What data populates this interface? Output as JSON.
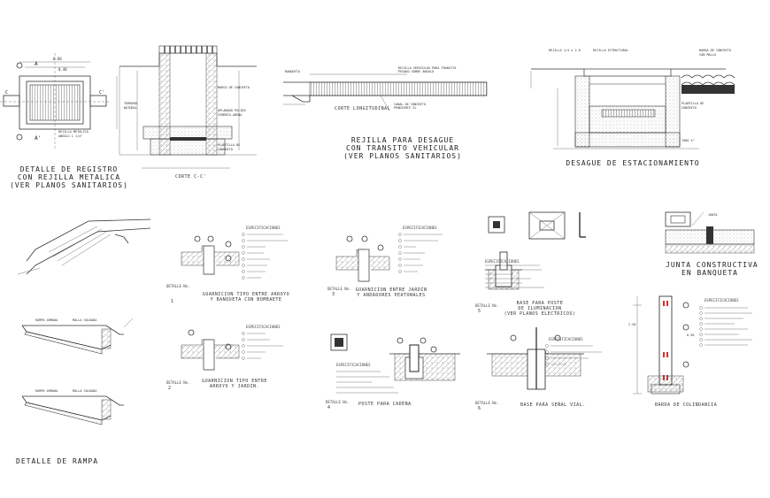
{
  "titles": {
    "registro": [
      "DETALLE DE REGISTRO",
      "CON REJILLA METALICA",
      "(VER PLANOS SANITARIOS)"
    ],
    "corte_cc": "CORTE C-C'",
    "rejilla": [
      "REJILLA PARA DESAGUE",
      "CON TRANSITO VEHICULAR",
      "(VER PLANOS SANITARIOS)"
    ],
    "corte_long": "CORTE LONGITUDINAL",
    "estacionamiento": "DESAGUE DE ESTACIONAMIENTO",
    "junta": [
      "JUNTA CONSTRUCTIVA",
      "EN BANQUETA"
    ],
    "rampa": "DETALLE DE RAMPA",
    "guarnicion1": [
      "GUARNICION TIPO ENTRE ARROYO",
      "Y BANQUETA CON BOMBAETE"
    ],
    "guarnicion2": [
      "GUARNICION TIPO ENTRE",
      "ARROYO Y JARDIN."
    ],
    "guarnicion3": [
      "GUARNICION ENTRE JARDIN",
      "Y ANDADORES PEATONALES"
    ],
    "poste_cadena": "POSTE PARA CADENA",
    "base_poste": [
      "BASE PARA POSTE",
      "DE ILUMINACION",
      "(VER PLANOS ELECTRICOS)"
    ],
    "base_senal": "BASE PARA SEÑAL VIAL.",
    "barda": "BARDA DE COLINDANCIA"
  },
  "detail_numbers": [
    "1",
    "2",
    "3",
    "4",
    "5",
    "6"
  ],
  "spec_heading": "ESPECIFICACIONES",
  "section_marks": {
    "a": "A",
    "a_prime": "A'",
    "c": "C",
    "c_prime": "C'"
  },
  "annotations": {
    "rampa_label": "RAMPA ARMADA",
    "malla": "MALLA SOLDADA",
    "detalle_no": "DETALLE No."
  },
  "colors": {
    "line": "#333333",
    "background": "#ffffff"
  }
}
